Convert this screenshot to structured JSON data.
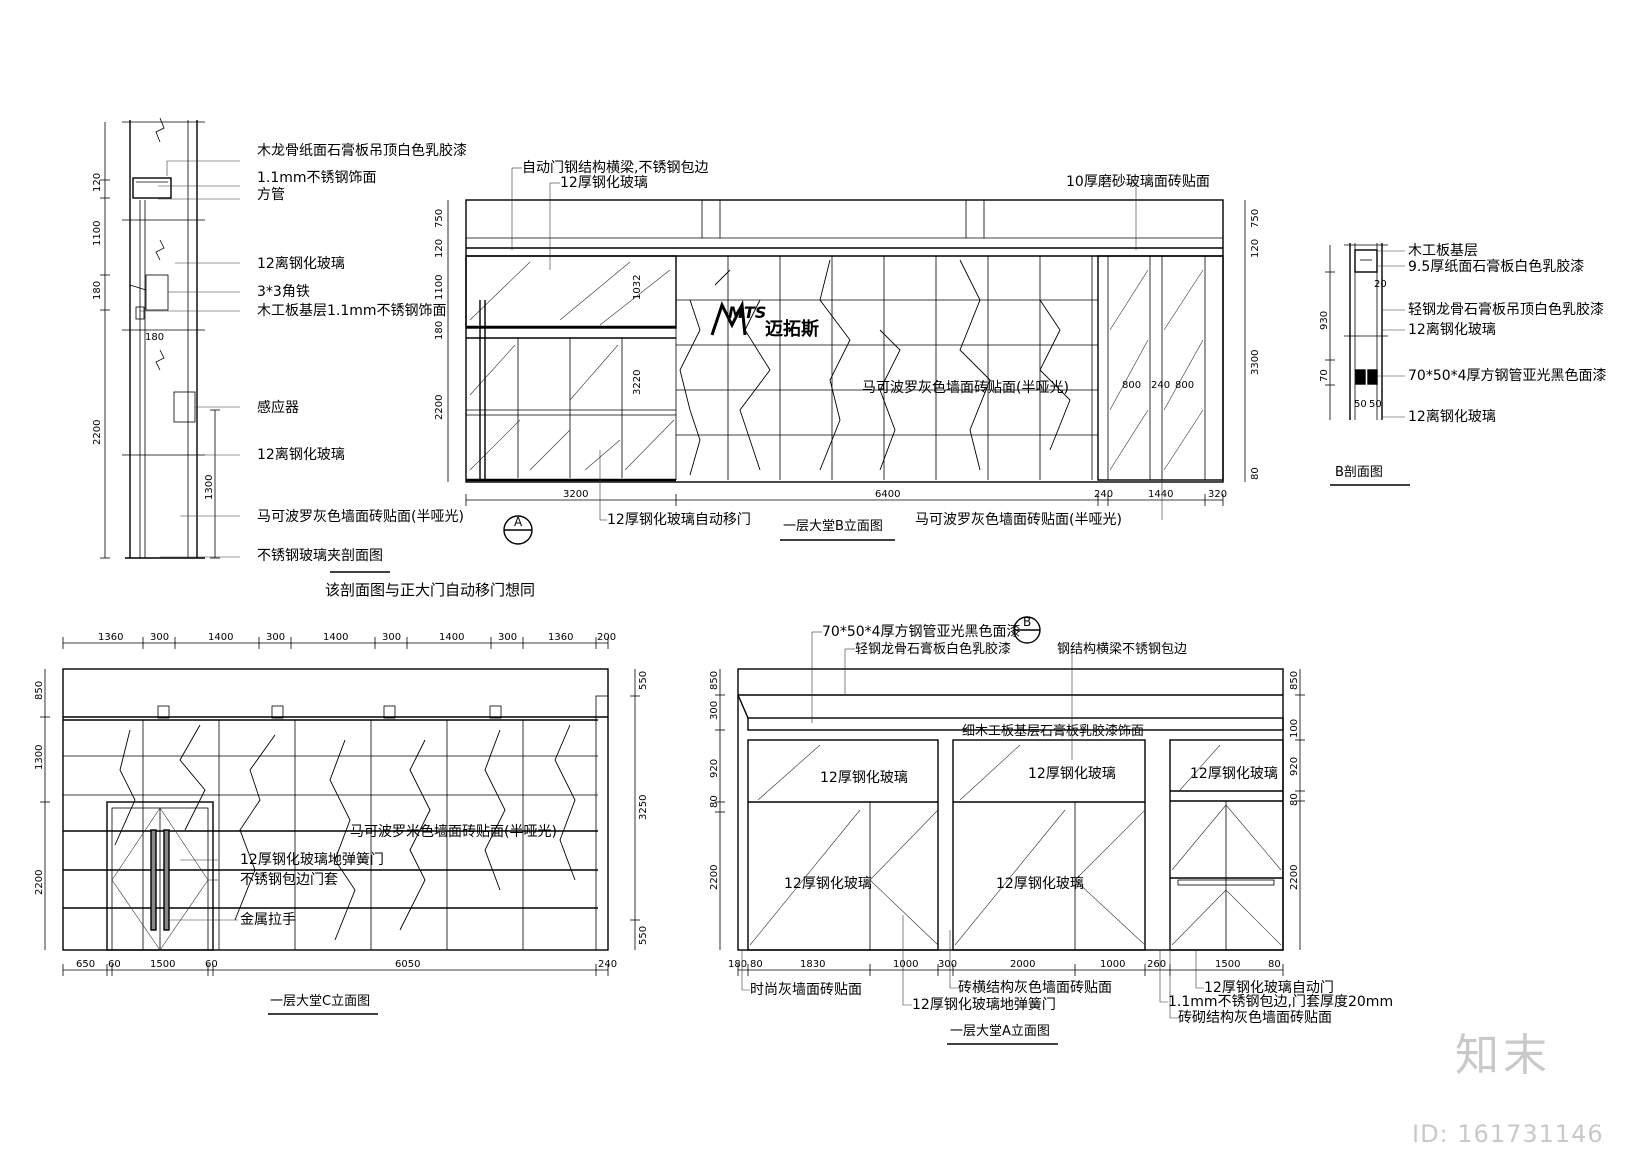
{
  "section_left": {
    "labels": [
      "木龙骨纸面石膏板吊顶白色乳胶漆",
      "1.1mm不锈钢饰面",
      "方管",
      "12离钢化玻璃",
      "3*3角铁",
      "木工板基层1.1mm不锈钢饰面",
      "感应器",
      "12离钢化玻璃",
      "马可波罗灰色墙面砖贴面(半哑光)",
      "不锈钢玻璃夹剖面图"
    ],
    "dims": [
      "120",
      "1100",
      "180",
      "180",
      "2200",
      "1300"
    ],
    "note": "该剖面图与正大门自动移门想同"
  },
  "elev_b": {
    "top_labels": [
      "自动门钢结构横梁,不锈钢包边",
      "12厚钢化玻璃",
      "10厚磨砂玻璃面砖贴面"
    ],
    "logo_mark": "MTS",
    "logo_text": "迈拓斯",
    "wall_label": "马可波罗灰色墙面砖贴面(半哑光)",
    "bottom_labels": [
      "12厚钢化玻璃自动移门",
      "马可波罗灰色墙面砖贴面(半哑光)"
    ],
    "dims_bottom": [
      "3200",
      "6400",
      "240",
      "1440",
      "320"
    ],
    "dims_left": [
      "750",
      "120",
      "1100",
      "180",
      "2200"
    ],
    "dims_right": [
      "750",
      "120",
      "3300",
      "80"
    ],
    "inner_dims": [
      "1032",
      "3220",
      "800",
      "240",
      "800"
    ],
    "marker": "A",
    "title": "一层大堂B立面图"
  },
  "section_b": {
    "labels": [
      "木工板基层",
      "9.5厚纸面石膏板白色乳胶漆",
      "轻钢龙骨石膏板吊顶白色乳胶漆",
      "12离钢化玻璃",
      "70*50*4厚方钢管亚光黑色面漆",
      "12离钢化玻璃"
    ],
    "dims": [
      "20",
      "930",
      "70",
      "50",
      "50"
    ],
    "title": "B剖面图"
  },
  "elev_c": {
    "dims_top": [
      "1360",
      "300",
      "1400",
      "300",
      "1400",
      "300",
      "1400",
      "300",
      "1360",
      "200"
    ],
    "dims_left": [
      "850",
      "1300",
      "2200"
    ],
    "dims_right": [
      "550",
      "3250",
      "550"
    ],
    "dims_bottom": [
      "650",
      "60",
      "1500",
      "60",
      "6050",
      "240"
    ],
    "labels": [
      "马可波罗米色墙面砖贴面(半哑光)",
      "12厚钢化玻璃地弹簧门",
      "不锈钢包边门套",
      "金属拉手"
    ],
    "title": "一层大堂C立面图"
  },
  "elev_a": {
    "top_labels": [
      "70*50*4厚方钢管亚光黑色面漆",
      "轻钢龙骨石膏板白色乳胶漆",
      "钢结构横梁不锈钢包边"
    ],
    "marker": "B",
    "beam_label": "细木工板基层石膏板乳胶漆饰面",
    "glass_labels": [
      "12厚钢化玻璃",
      "12厚钢化玻璃",
      "12厚钢化玻璃",
      "12厚钢化玻璃",
      "12厚钢化玻璃"
    ],
    "dims_left": [
      "850",
      "300",
      "920",
      "80",
      "2200"
    ],
    "dims_right": [
      "850",
      "100",
      "920",
      "80",
      "2200"
    ],
    "dims_bottom": [
      "180",
      "80",
      "1830",
      "1000",
      "300",
      "2000",
      "1000",
      "260",
      "1500",
      "80"
    ],
    "bottom_labels": [
      "时尚灰墙面砖贴面",
      "砖横结构灰色墙面砖贴面",
      "12厚钢化玻璃地弹簧门",
      "12厚钢化玻璃自动门",
      "1.1mm不锈钢包边,门套厚度20mm",
      "砖砌结构灰色墙面砖贴面"
    ],
    "title": "一层大堂A立面图"
  },
  "watermark": {
    "brand": "知末",
    "id": "ID: 161731146"
  }
}
